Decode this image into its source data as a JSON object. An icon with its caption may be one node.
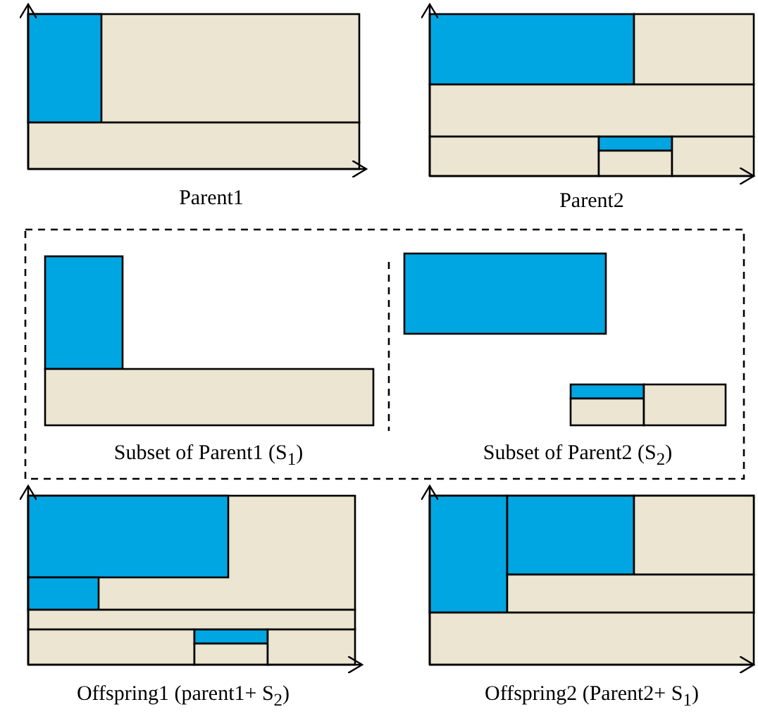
{
  "diagram": {
    "labels": [
      "Parent1",
      "Parent2",
      "Subset of Parent1 (S$_{1}$)",
      "Subset of Parent2 (S$_{2}$)",
      "Offspring1 (parent1+ S$_{2}$)",
      "Offspring2 (Parent2+ S$_{1}$)"
    ]
  }
}
